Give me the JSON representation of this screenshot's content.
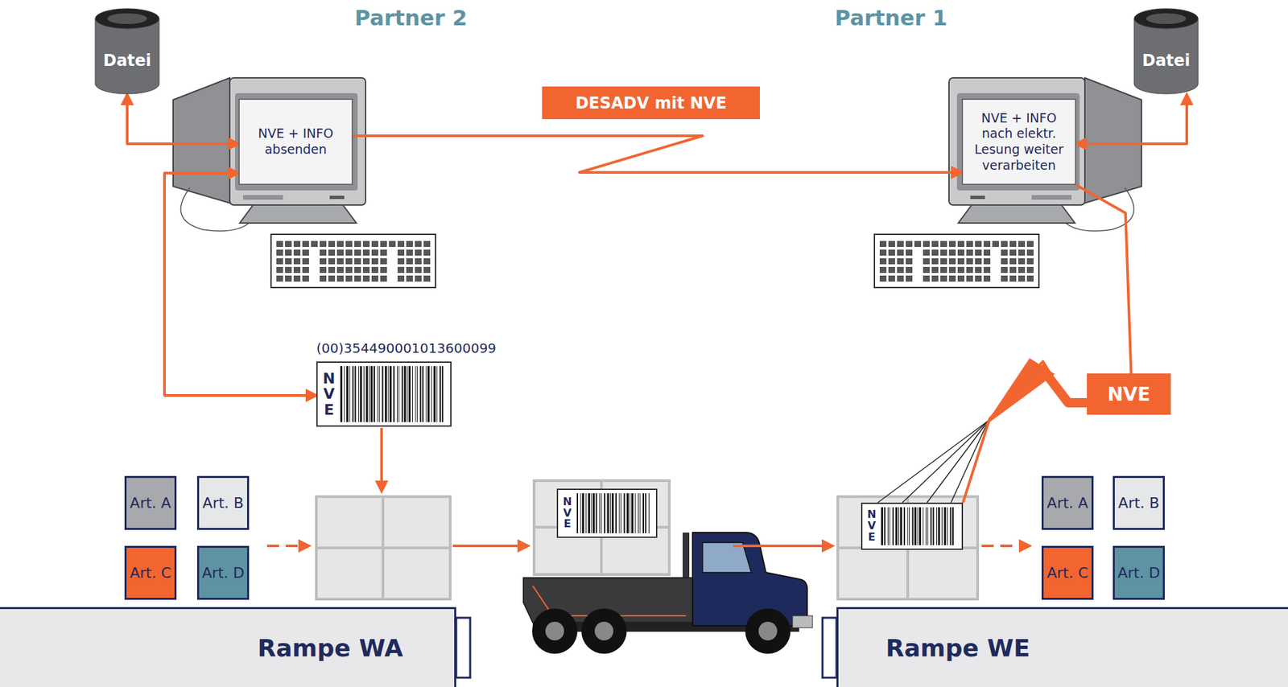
{
  "diagram": {
    "nodes": [
      {
        "text": [
          "Datei"
        ]
      },
      {
        "text": [
          "NVE + INFO absenden"
        ]
      },
      {
        "text": [
          "NVE + INFO nach elektr. Lesung weiter verarbeiten"
        ]
      },
      {
        "text": [
          "Datei"
        ]
      },
      {
        "text": [
          "(00)354490001013600099",
          "NVE"
        ]
      },
      {
        "text": [
          "Art. A"
        ]
      },
      {
        "text": [
          "Art. B"
        ]
      },
      {
        "text": [
          "Art. C"
        ]
      },
      {
        "text": [
          "Art. D"
        ]
      },
      {
        "text": [
          "NVE"
        ]
      },
      {
        "text": [
          "NVE"
        ]
      },
      {
        "text": [
          "Art. A"
        ]
      },
      {
        "text": [
          "Art. B"
        ]
      },
      {
        "text": [
          "Art. C"
        ]
      },
      {
        "text": [
          "Art. D"
        ]
      },
      {
        "text": [
          "Rampe WA"
        ]
      },
      {
        "text": [
          "Rampe WE"
        ]
      }
    ],
    "edges": [
      {
        "from": 0,
        "to": 1,
        "arrow": "both"
      },
      {
        "from": 1,
        "to": 2,
        "label": "DESADV mit NVE",
        "arrow": "to"
      },
      {
        "from": 3,
        "to": 2,
        "arrow": "both"
      },
      {
        "from": 1,
        "to": 4,
        "arrow": "both"
      },
      {
        "from": 10,
        "to": 2,
        "label": "NVE",
        "arrow": "none"
      }
    ],
    "labels": [
      "Partner 2",
      "Partner 1"
    ]
  }
}
